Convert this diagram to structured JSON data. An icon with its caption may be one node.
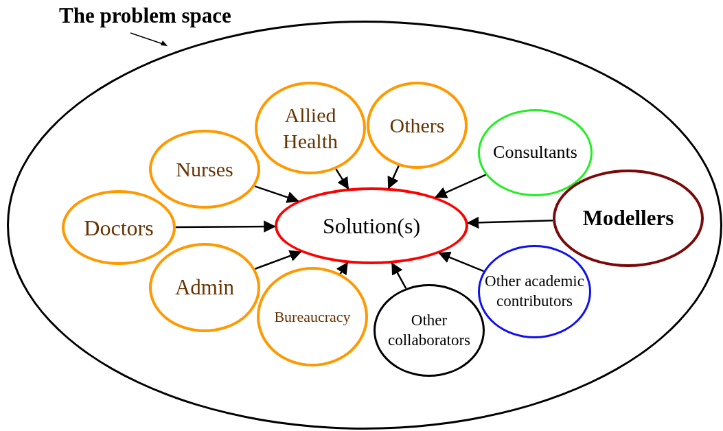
{
  "diagram": {
    "nodes": [
      {
        "text": [
          "The problem space"
        ]
      },
      {
        "text": [
          "Solution(s)"
        ],
        "in": 0
      },
      {
        "text": [
          "Doctors"
        ],
        "in": 0
      },
      {
        "text": [
          "Nurses"
        ],
        "in": 0
      },
      {
        "text": [
          "Allied Health"
        ],
        "in": 0
      },
      {
        "text": [
          "Others"
        ],
        "in": 0
      },
      {
        "text": [
          "Consultants"
        ],
        "in": 0
      },
      {
        "text": [
          "Modellers"
        ],
        "in": 0
      },
      {
        "text": [
          "Other academic contributors"
        ],
        "in": 0
      },
      {
        "text": [
          "Other collaborators"
        ],
        "in": 0
      },
      {
        "text": [
          "Bureaucracy"
        ],
        "in": 0
      },
      {
        "text": [
          "Admin"
        ],
        "in": 0
      }
    ],
    "edges": [
      {
        "from": 2,
        "to": 1,
        "arrow": "to"
      },
      {
        "from": 3,
        "to": 1,
        "arrow": "to"
      },
      {
        "from": 4,
        "to": 1,
        "arrow": "to"
      },
      {
        "from": 5,
        "to": 1,
        "arrow": "to"
      },
      {
        "from": 6,
        "to": 1,
        "arrow": "to"
      },
      {
        "from": 7,
        "to": 1,
        "arrow": "to"
      },
      {
        "from": 8,
        "to": 1,
        "arrow": "to"
      },
      {
        "from": 9,
        "to": 1,
        "arrow": "to"
      },
      {
        "from": 10,
        "to": 1,
        "arrow": "to"
      },
      {
        "from": 11,
        "to": 1,
        "arrow": "to"
      }
    ]
  }
}
